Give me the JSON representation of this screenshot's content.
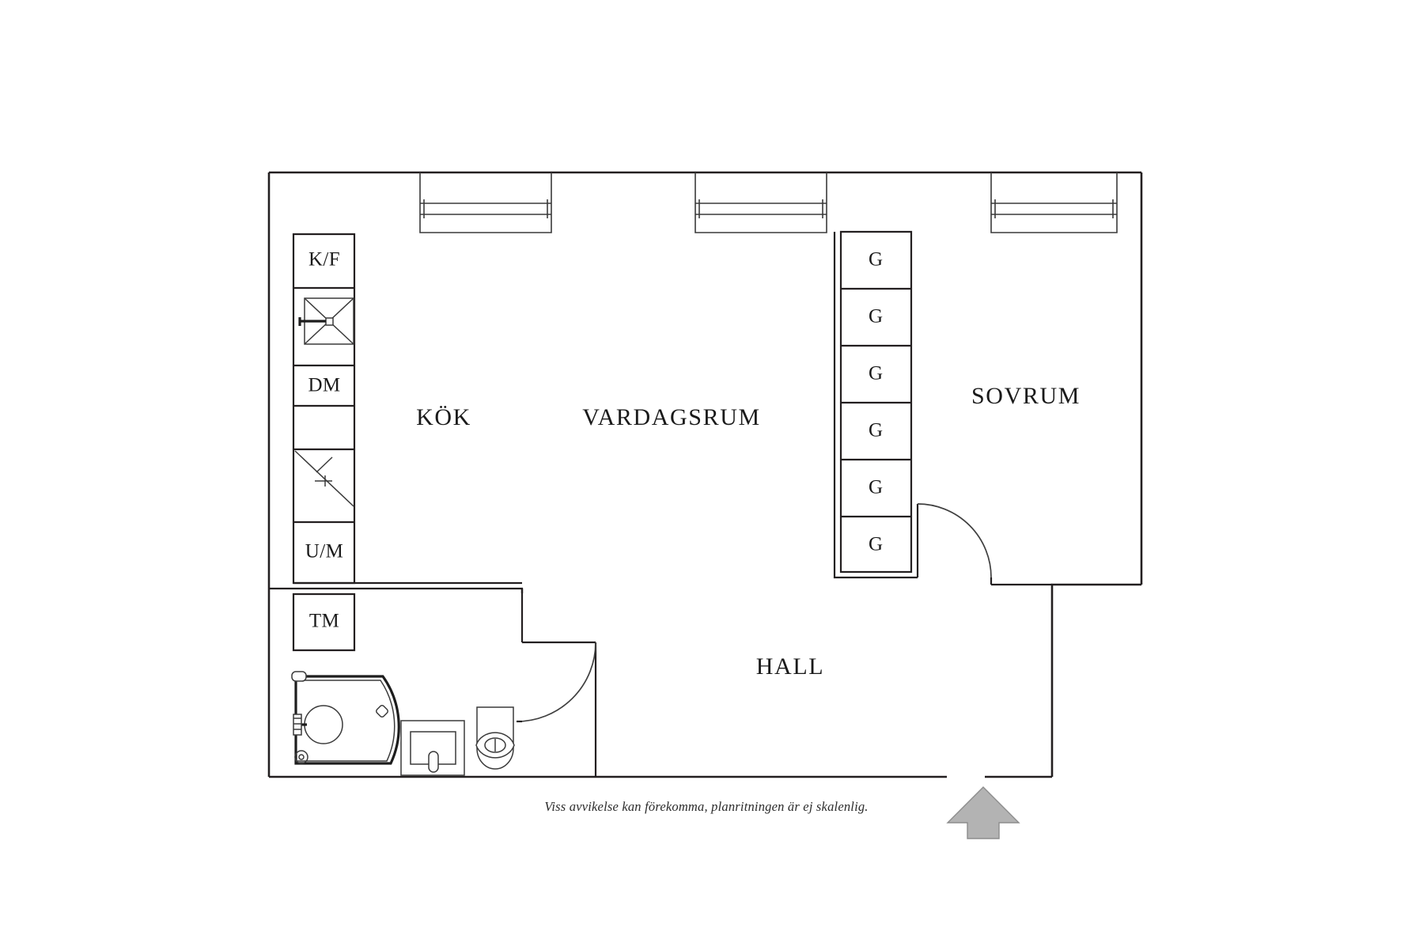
{
  "document": {
    "type": "floor-plan",
    "language": "sv",
    "background_color": "#ffffff",
    "line_color": "#231f20",
    "footnote": "Viss avvikelse kan förekomma, planritningen är ej skalenlig."
  },
  "rooms": [
    {
      "id": "kok",
      "label": "KÖK"
    },
    {
      "id": "vardagsrum",
      "label": "VARDAGSRUM"
    },
    {
      "id": "sovrum",
      "label": "SOVRUM"
    },
    {
      "id": "hall",
      "label": "HALL"
    }
  ],
  "kitchen_units": [
    {
      "id": "kf",
      "label": "K/F",
      "meaning": "kyl-frys"
    },
    {
      "id": "dm",
      "label": "DM",
      "meaning": "diskmaskin"
    },
    {
      "id": "um",
      "label": "U/M",
      "meaning": "ugn-mikro"
    }
  ],
  "bathroom_units": [
    {
      "id": "tm",
      "label": "TM",
      "meaning": "tvattmaskin"
    }
  ],
  "wardrobes": {
    "label": "G",
    "meaning": "garderob",
    "count": 6,
    "cells": [
      "G",
      "G",
      "G",
      "G",
      "G",
      "G"
    ]
  },
  "fixtures": [
    {
      "id": "stove",
      "name": "spis-hob-icon"
    },
    {
      "id": "sink",
      "name": "kitchen-sink-icon"
    },
    {
      "id": "shower",
      "name": "corner-shower-icon"
    },
    {
      "id": "basin",
      "name": "wash-basin-icon"
    },
    {
      "id": "wc",
      "name": "toilet-icon"
    }
  ],
  "windows": {
    "count": 3,
    "name": "window-symbol"
  },
  "doors": [
    {
      "id": "bathroom-door",
      "name": "door-swing-bathroom"
    },
    {
      "id": "bedroom-door",
      "name": "door-swing-bedroom"
    }
  ],
  "entry": {
    "name": "entrance-arrow",
    "color": "#b3b3b3",
    "direction": "up"
  }
}
